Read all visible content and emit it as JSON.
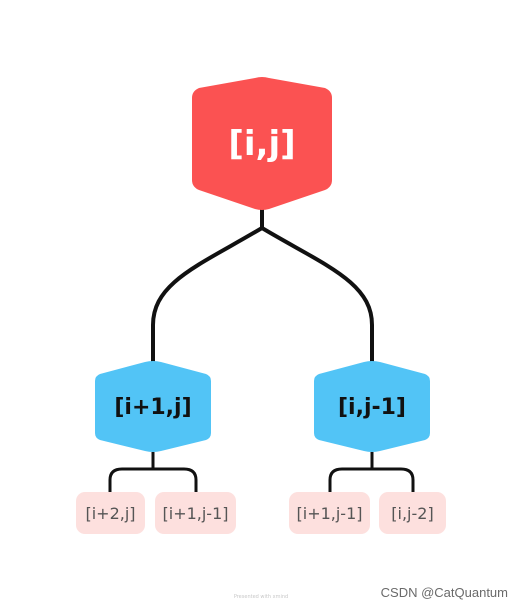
{
  "colors": {
    "root_fill": "#fb5252",
    "child_fill": "#52c4f6",
    "leaf_fill": "#fde0de",
    "line": "#111111"
  },
  "tree": {
    "root": {
      "label": "[i,j]"
    },
    "children": [
      {
        "label": "[i+1,j]",
        "leaves": [
          "[i+2,j]",
          "[i+1,j-1]"
        ]
      },
      {
        "label": "[i,j-1]",
        "leaves": [
          "[i+1,j-1]",
          "[i,j-2]"
        ]
      }
    ]
  },
  "watermark": {
    "presented_with": "Presented with xmind",
    "csdn": "CSDN @CatQuantum"
  }
}
